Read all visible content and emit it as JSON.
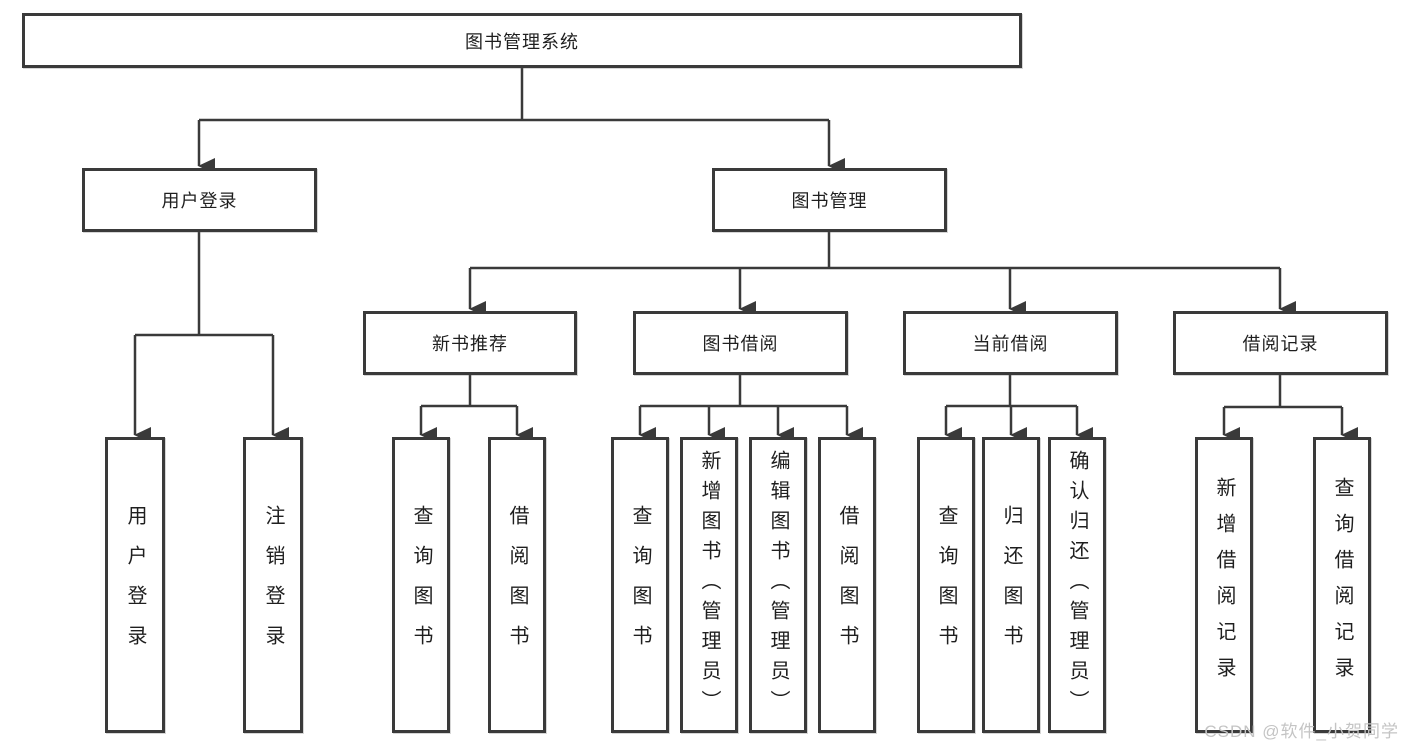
{
  "diagram": {
    "title_node": {
      "label": "图书管理系统"
    },
    "level2": [
      {
        "label": "用户登录"
      },
      {
        "label": "图书管理"
      }
    ],
    "level3": [
      {
        "label": "新书推荐"
      },
      {
        "label": "图书借阅"
      },
      {
        "label": "当前借阅"
      },
      {
        "label": "借阅记录"
      }
    ],
    "leaves": [
      {
        "label": "用户登录"
      },
      {
        "label": "注销登录"
      },
      {
        "label": "查询图书"
      },
      {
        "label": "借阅图书"
      },
      {
        "label": "查询图书"
      },
      {
        "label": "新增图书（管理员）"
      },
      {
        "label": "编辑图书（管理员）"
      },
      {
        "label": "借阅图书"
      },
      {
        "label": "查询图书"
      },
      {
        "label": "归还图书"
      },
      {
        "label": "确认归还（管理员）"
      },
      {
        "label": "新增借阅记录"
      },
      {
        "label": "查询借阅记录"
      }
    ]
  },
  "watermark": {
    "text": "CSDN @软件_小贺同学"
  },
  "colors": {
    "border": "#3a3a3a",
    "line": "#3a3a3a",
    "text": "#1f1f1f",
    "watermark": "#c4c4c4",
    "background": "#ffffff"
  }
}
